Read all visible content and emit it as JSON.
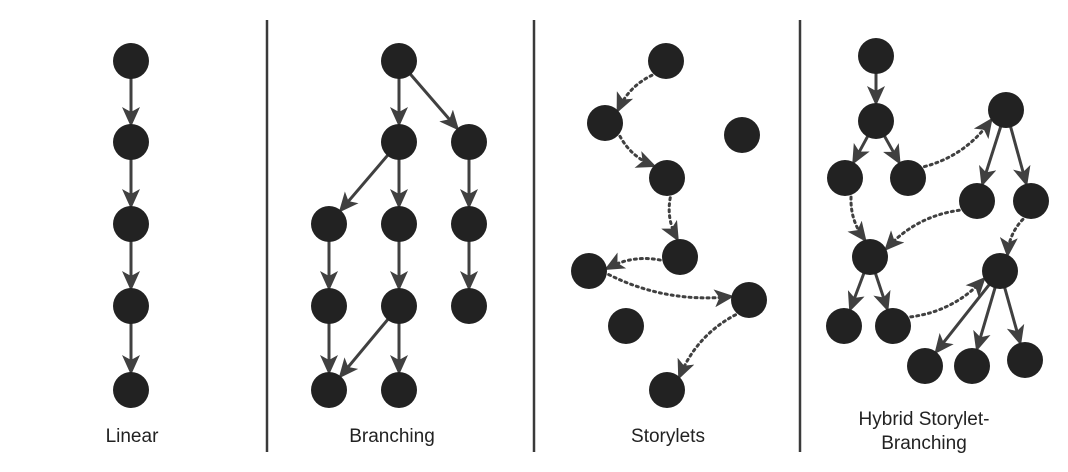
{
  "colors": {
    "node": "#222222",
    "edge": "#404040",
    "divider": "#3a3a3a",
    "background": "#ffffff"
  },
  "panels": [
    {
      "id": "linear",
      "caption": "Linear",
      "nodes": [
        "l1",
        "l2",
        "l3",
        "l4",
        "l5"
      ],
      "edges": [
        {
          "from": "l1",
          "to": "l2",
          "style": "solid"
        },
        {
          "from": "l2",
          "to": "l3",
          "style": "solid"
        },
        {
          "from": "l3",
          "to": "l4",
          "style": "solid"
        },
        {
          "from": "l4",
          "to": "l5",
          "style": "solid"
        }
      ]
    },
    {
      "id": "branching",
      "caption": "Branching",
      "nodes": [
        "b1",
        "b2",
        "b3",
        "b4",
        "b5",
        "b6",
        "b7",
        "b8",
        "b9",
        "b10",
        "b11",
        "b12"
      ],
      "edges": [
        {
          "from": "b1",
          "to": "b2",
          "style": "solid"
        },
        {
          "from": "b1",
          "to": "b3",
          "style": "solid"
        },
        {
          "from": "b2",
          "to": "b4",
          "style": "solid"
        },
        {
          "from": "b2",
          "to": "b5",
          "style": "solid"
        },
        {
          "from": "b3",
          "to": "b6",
          "style": "solid"
        },
        {
          "from": "b4",
          "to": "b7",
          "style": "solid"
        },
        {
          "from": "b5",
          "to": "b8",
          "style": "solid"
        },
        {
          "from": "b6",
          "to": "b9",
          "style": "solid"
        },
        {
          "from": "b7",
          "to": "b10",
          "style": "solid"
        },
        {
          "from": "b8",
          "to": "b10",
          "style": "solid"
        },
        {
          "from": "b8",
          "to": "b11",
          "style": "solid"
        }
      ]
    },
    {
      "id": "storylets",
      "caption": "Storylets",
      "nodes": [
        "s1",
        "s2",
        "s3",
        "s4",
        "s5",
        "s6",
        "s7",
        "s8",
        "s9",
        "s10"
      ],
      "edges": [
        {
          "from": "s1",
          "to": "s2",
          "style": "dotted"
        },
        {
          "from": "s2",
          "to": "s4",
          "style": "dotted"
        },
        {
          "from": "s4",
          "to": "s5",
          "style": "dotted"
        },
        {
          "from": "s5",
          "to": "s6",
          "style": "dotted"
        },
        {
          "from": "s6",
          "to": "s7",
          "style": "dotted"
        },
        {
          "from": "s7",
          "to": "s9",
          "style": "dotted"
        }
      ]
    },
    {
      "id": "hybrid",
      "caption_lines": [
        "Hybrid Storylet-",
        "Branching"
      ],
      "nodes": [
        "h1",
        "h2",
        "h3",
        "h4",
        "h5",
        "h6",
        "h7",
        "h8",
        "h9",
        "h10",
        "h11",
        "h12",
        "h13",
        "h14"
      ],
      "edges": [
        {
          "from": "h1",
          "to": "h2",
          "style": "solid"
        },
        {
          "from": "h2",
          "to": "h3",
          "style": "solid"
        },
        {
          "from": "h2",
          "to": "h4",
          "style": "solid"
        },
        {
          "from": "h4",
          "to": "h5",
          "style": "dotted"
        },
        {
          "from": "h5",
          "to": "h6",
          "style": "solid"
        },
        {
          "from": "h5",
          "to": "h7",
          "style": "solid"
        },
        {
          "from": "h3",
          "to": "h8",
          "style": "dotted"
        },
        {
          "from": "h6",
          "to": "h8",
          "style": "dotted"
        },
        {
          "from": "h7",
          "to": "h9",
          "style": "dotted"
        },
        {
          "from": "h8",
          "to": "h10",
          "style": "solid"
        },
        {
          "from": "h8",
          "to": "h11",
          "style": "solid"
        },
        {
          "from": "h11",
          "to": "h9",
          "style": "dotted"
        },
        {
          "from": "h9",
          "to": "h12",
          "style": "solid"
        },
        {
          "from": "h9",
          "to": "h13",
          "style": "solid"
        },
        {
          "from": "h9",
          "to": "h14",
          "style": "solid"
        }
      ]
    }
  ]
}
